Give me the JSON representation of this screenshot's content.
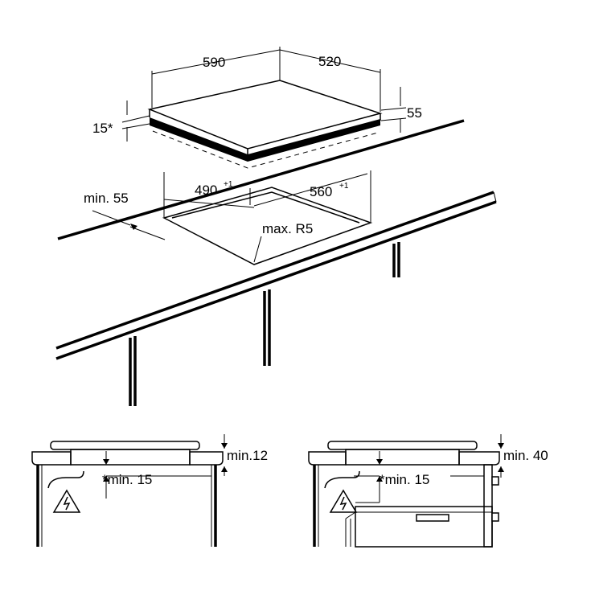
{
  "hob": {
    "width_label": "590",
    "depth_label": "520",
    "frame_label": "55",
    "thickness_label": "15*"
  },
  "cutout": {
    "width_label": "490",
    "width_tol": "+1",
    "depth_label": "560",
    "depth_tol": "+1",
    "edge_label": "min. 55",
    "radius_label": "max. R5"
  },
  "section_left": {
    "clearance_label": "min.12",
    "gap_label": "*min. 15"
  },
  "section_right": {
    "clearance_label": "min. 40",
    "gap_label": "*min. 15"
  },
  "icons": [
    "electrical-hazard-icon",
    "electrical-hazard-icon"
  ]
}
